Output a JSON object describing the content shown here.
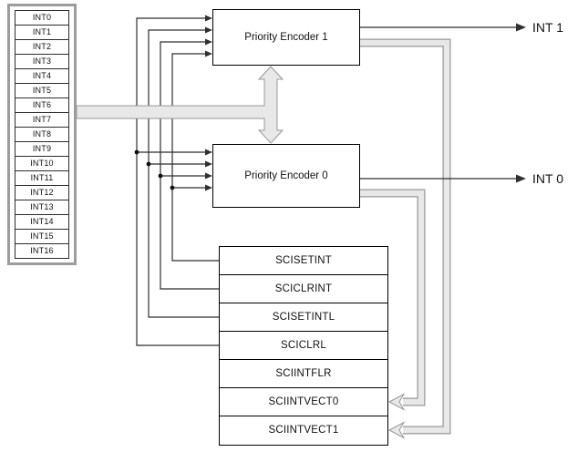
{
  "int_list": {
    "items": [
      "INT0",
      "INT1",
      "INT2",
      "INT3",
      "INT4",
      "INT5",
      "INT6",
      "INT7",
      "INT8",
      "INT9",
      "INT10",
      "INT11",
      "INT12",
      "INT13",
      "INT14",
      "INT15",
      "INT16"
    ]
  },
  "encoders": {
    "encoder1": "Priority Encoder 1",
    "encoder0": "Priority Encoder 0"
  },
  "outputs": {
    "int1": "INT 1",
    "int0": "INT 0"
  },
  "registers": {
    "items": [
      "SCISETINT",
      "SCICLRINT",
      "SCISETINTL",
      "SCICLRL",
      "SCIINTFLR",
      "SCIINTVECT0",
      "SCIINTVECT1"
    ]
  },
  "colors": {
    "thick_arrow_fill": "#e8e8e8",
    "thick_arrow_stroke": "#999999",
    "thin_line": "#2f2f2f",
    "box_border": "#000000",
    "list_border": "#9c9c9c"
  }
}
